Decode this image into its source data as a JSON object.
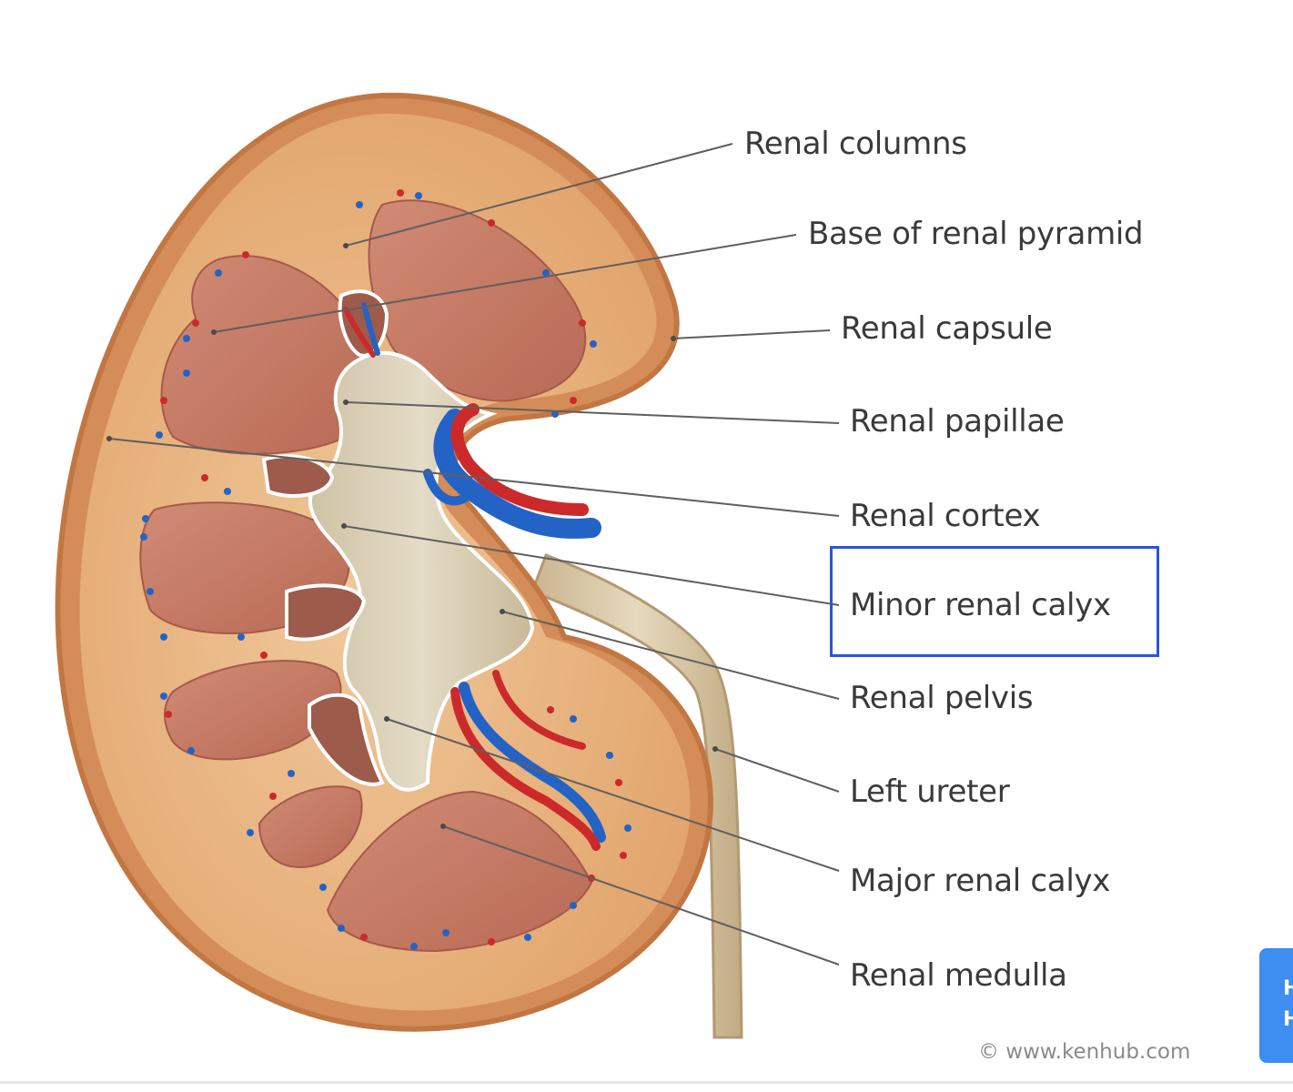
{
  "labels": {
    "renal_columns": "Renal columns",
    "base_of_renal_pyramid": "Base of renal pyramid",
    "renal_capsule": "Renal capsule",
    "renal_papillae": "Renal papillae",
    "renal_cortex": "Renal cortex",
    "minor_renal_calyx": "Minor renal calyx",
    "renal_pelvis": "Renal pelvis",
    "left_ureter": "Left ureter",
    "major_renal_calyx": "Major renal calyx",
    "renal_medulla": "Renal medulla"
  },
  "highlighted_label": "Minor renal calyx",
  "credit": "© www.kenhub.com",
  "side_tab": {
    "line1": "H",
    "line2": "H"
  },
  "colors": {
    "capsule": "#d9955f",
    "cortex": "#e8b57e",
    "medulla": "#c27a63",
    "pelvis": "#d6ccb4",
    "artery": "#cc2a2a",
    "vein": "#2463c6",
    "highlight_box": "#2a55d6",
    "leader_line": "#666666"
  }
}
